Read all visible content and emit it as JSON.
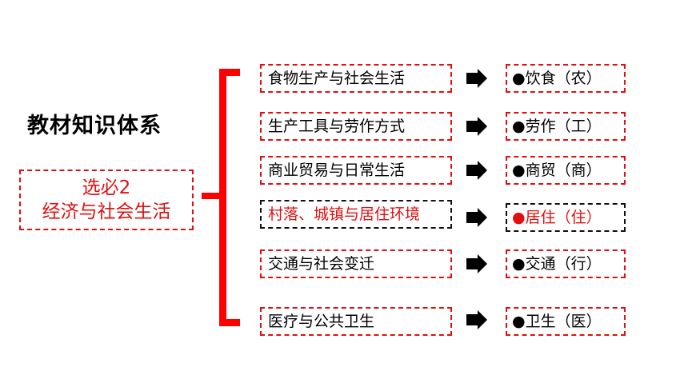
{
  "title": "教材知识体系",
  "course": {
    "line1": "选必2",
    "line2": "经济与社会生活"
  },
  "rows": [
    {
      "topic": "食物生产与社会生活",
      "result": "●饮食（农）",
      "highlight": false
    },
    {
      "topic": "生产工具与劳作方式",
      "result": "●劳作（工）",
      "highlight": false
    },
    {
      "topic": "商业贸易与日常生活",
      "result": "●商贸（商）",
      "highlight": false
    },
    {
      "topic": "村落、城镇与居住环境",
      "result": "●居住（住）",
      "highlight": true
    },
    {
      "topic": "交通与社会变迁",
      "result": "●交通（行）",
      "highlight": false
    },
    {
      "topic": "医疗与公共卫生",
      "result": "●卫生（医）",
      "highlight": false
    }
  ],
  "colors": {
    "accent": "#e01010",
    "brace": "#ff0000"
  }
}
